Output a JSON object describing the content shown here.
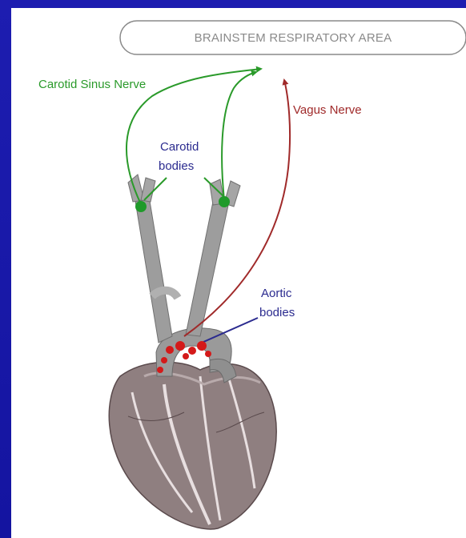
{
  "header_box": {
    "text": "BRAINSTEM RESPIRATORY AREA"
  },
  "labels": {
    "carotid_sinus_nerve": "Carotid Sinus Nerve",
    "vagus_nerve": "Vagus Nerve",
    "carotid_bodies_line1": "Carotid",
    "carotid_bodies_line2": "bodies",
    "aortic_bodies_line1": "Aortic",
    "aortic_bodies_line2": "bodies"
  },
  "colors": {
    "background": "#1a1aa6",
    "carotid_nerve": "#2a9a2a",
    "vagus_nerve": "#a02a2a",
    "body_label": "#2b2b8f",
    "carotid_body_dot": "#1f9a2a",
    "aortic_body_dot": "#d41a1a"
  }
}
